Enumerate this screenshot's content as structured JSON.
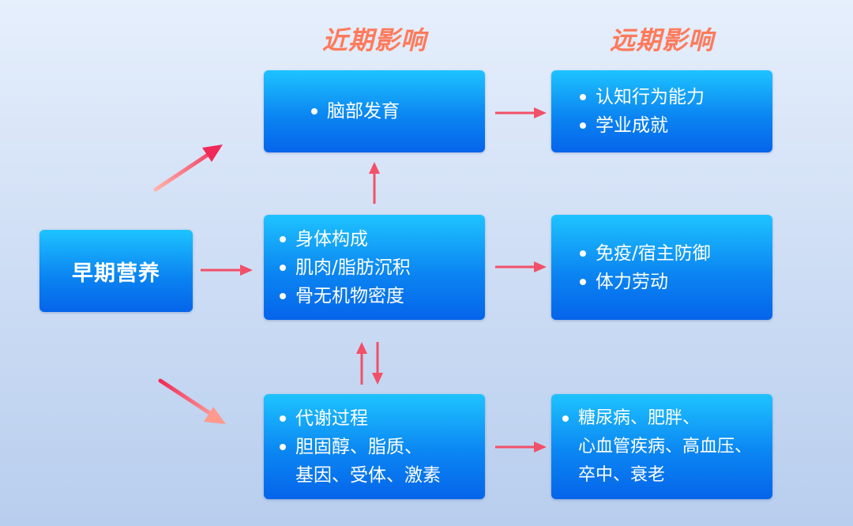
{
  "headings": {
    "near": "近期影响",
    "far": "远期影响"
  },
  "source": {
    "label": "早期营养"
  },
  "near_boxes": {
    "top": [
      "脑部发育"
    ],
    "middle": [
      "身体构成",
      "肌肉/脂肪沉积",
      "骨无机物密度"
    ],
    "bottom": [
      "代谢过程",
      "胆固醇、脂质、",
      "基因、受体、激素"
    ]
  },
  "far_boxes": {
    "top": [
      "认知行为能力",
      "学业成就"
    ],
    "middle": [
      "免疫/宿主防御",
      "体力劳动"
    ],
    "bottom": [
      "糖尿病、肥胖、",
      "心血管疾病、高血压、",
      "卒中、衰老"
    ]
  },
  "colors": {
    "arrow": "#f25068",
    "box_top": "#1ec3ff",
    "box_bottom": "#0564ea",
    "heading": "#ff7a5a"
  }
}
